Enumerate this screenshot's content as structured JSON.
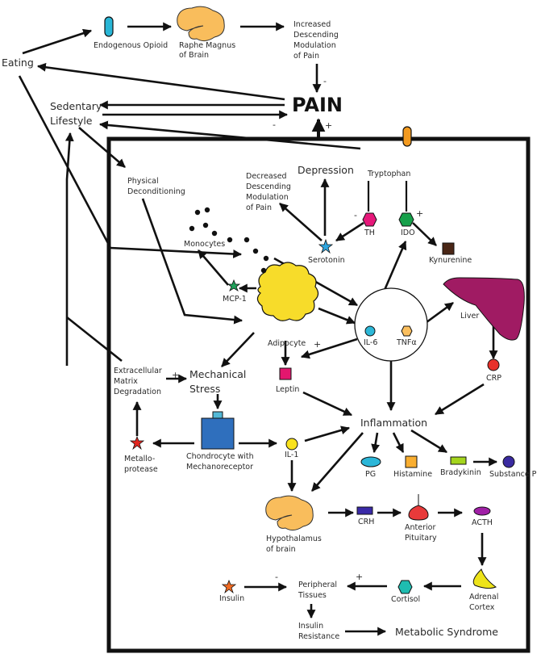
{
  "diagram": {
    "central": "PAIN",
    "outside_nodes": {
      "eating": "Eating",
      "endogenous_opioid": "Endogenous Opioid",
      "raphe_magnus": [
        "Raphe Magnus",
        "of Brain"
      ],
      "increased_modulation": [
        "Increased",
        "Descending",
        "Modulation",
        "of Pain"
      ],
      "sedentary": [
        "Sedentary",
        "Lifestyle"
      ]
    },
    "box_nodes": {
      "physical_deconditioning": [
        "Physical",
        "Deconditioning"
      ],
      "depression": "Depression",
      "decreased_modulation": [
        "Decreased",
        "Descending",
        "Modulation",
        "of Pain"
      ],
      "tryptophan": "Tryptophan",
      "th": "TH",
      "ido": "IDO",
      "serotonin": "Serotonin",
      "kynurenine": "Kynurenine",
      "monocytes": "Monocytes",
      "mcp1": "MCP-1",
      "adipocyte": "Adipocyte",
      "il6": "IL-6",
      "tnfa": "TNFα",
      "liver": "Liver",
      "crp": "CRP",
      "leptin": "Leptin",
      "ecm": [
        "Extracellular",
        "Matrix",
        "Degradation"
      ],
      "mechanical_stress": [
        "Mechanical",
        "Stress"
      ],
      "chondrocyte": [
        "Chondrocyte with",
        "Mechanoreceptor"
      ],
      "metalloprotease": [
        "Metallo-",
        "protease"
      ],
      "il1": "IL-1",
      "inflammation": "Inflammation",
      "pg": "PG",
      "histamine": "Histamine",
      "bradykinin": "Bradykinin",
      "substance_p": "Substance P",
      "hypothalamus": [
        "Hypothalamus",
        "of brain"
      ],
      "crh": "CRH",
      "anterior_pituitary": [
        "Anterior",
        "Pituitary"
      ],
      "acth": "ACTH",
      "adrenal_cortex": [
        "Adrenal",
        "Cortex"
      ],
      "cortisol": "Cortisol",
      "insulin": "Insulin",
      "peripheral_tissues": [
        "Peripheral",
        "Tissues"
      ],
      "insulin_resistance": [
        "Insulin",
        "Resistance"
      ],
      "metabolic_syndrome": "Metabolic Syndrome"
    },
    "signs": {
      "modulation_to_pain": "-",
      "box_to_pain": "+",
      "pain_sedentary": "-",
      "th": "-",
      "ido": "+",
      "il6_leptin": "+",
      "ecm_mech": "+",
      "insulin_peripheral": "-",
      "cortisol_peripheral": "+"
    },
    "colors": {
      "opioid": "#29b6d6",
      "brain": "#f9bd5c",
      "tryptophan": "#f39a1f",
      "th": "#e6187a",
      "ido": "#16a04a",
      "serotonin": "#2ea6e0",
      "kynurenine": "#4a2616",
      "mcp1": "#1fa25a",
      "adipocyte": "#f7dc2a",
      "il6": "#2db8d8",
      "tnfa": "#fbbf5e",
      "liver": "#a01b63",
      "crp": "#e8302a",
      "leptin": "#e3166e",
      "chondrocyte": "#2f6fbd",
      "receptor": "#52b8d6",
      "metalloprotease": "#e3261f",
      "il1": "#f9e21d",
      "pg": "#2bb6d8",
      "histamine": "#f9ae30",
      "bradykinin": "#a4d51d",
      "substance_p": "#3a2aa0",
      "crh": "#3a2aa8",
      "pituitary": "#e83a3a",
      "acth": "#a01fa6",
      "adrenal": "#ede31a",
      "cortisol": "#1fbcb0",
      "insulin": "#f26b22"
    }
  }
}
